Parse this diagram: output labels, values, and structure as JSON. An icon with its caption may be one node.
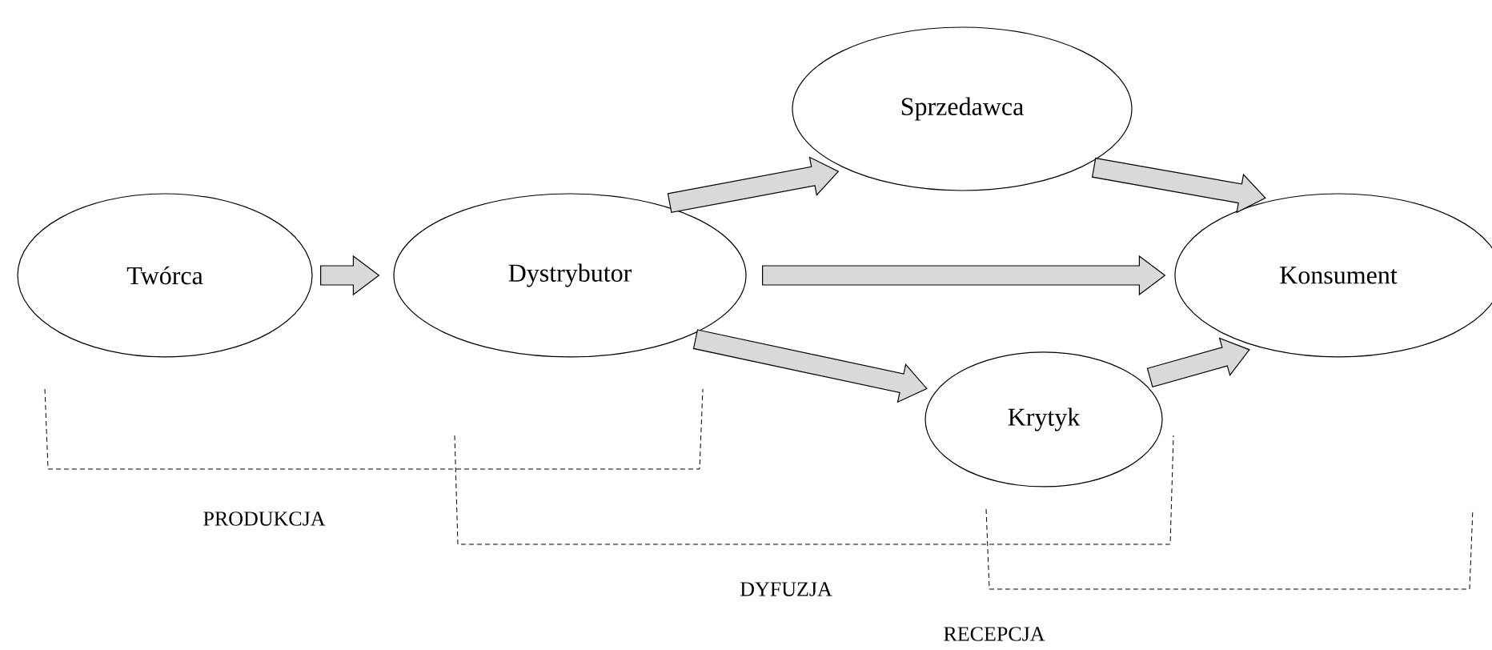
{
  "diagram": {
    "nodes": [
      {
        "text": [
          "Twórca"
        ]
      },
      {
        "text": [
          "Dystrybutor"
        ]
      },
      {
        "text": [
          "Sprzedawca"
        ]
      },
      {
        "text": [
          "Konsument"
        ]
      },
      {
        "text": [
          "Krytyk"
        ]
      }
    ],
    "edges": [
      {
        "from": 0,
        "to": 1,
        "arrow": "to"
      },
      {
        "from": 1,
        "to": 2,
        "arrow": "to"
      },
      {
        "from": 1,
        "to": 3,
        "arrow": "to"
      },
      {
        "from": 1,
        "to": 4,
        "arrow": "to"
      },
      {
        "from": 2,
        "to": 3,
        "arrow": "to"
      },
      {
        "from": 4,
        "to": 3,
        "arrow": "to"
      }
    ],
    "labels": [
      "PRODUKCJA",
      "DYFUZJA",
      "RECEPCJA"
    ]
  }
}
